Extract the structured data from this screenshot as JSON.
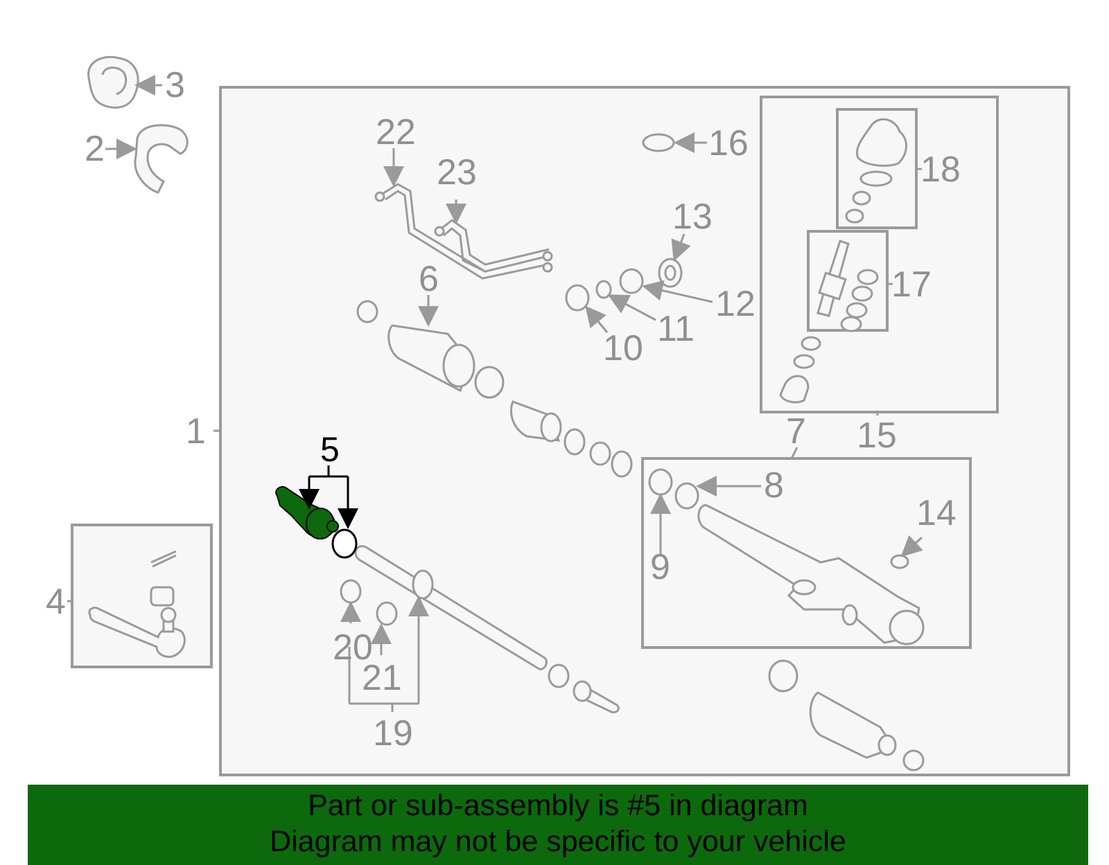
{
  "callouts": {
    "c1": "1",
    "c2": "2",
    "c3": "3",
    "c4": "4",
    "c5": "5",
    "c6": "6",
    "c7": "7",
    "c8": "8",
    "c9": "9",
    "c10": "10",
    "c11": "11",
    "c12": "12",
    "c13": "13",
    "c14": "14",
    "c15": "15",
    "c16": "16",
    "c17": "17",
    "c18": "18",
    "c19": "19",
    "c20": "20",
    "c21": "21",
    "c22": "22",
    "c23": "23"
  },
  "highlight": {
    "part_number": "5",
    "color": "#0c6a0c"
  },
  "colors": {
    "line": "#9a9a9a",
    "panel": "#f7f7f7",
    "banner": "#0c6a0c"
  },
  "footer": {
    "line1": "Part or sub-assembly is #5 in diagram",
    "line2": "Diagram may not be specific to your vehicle"
  }
}
